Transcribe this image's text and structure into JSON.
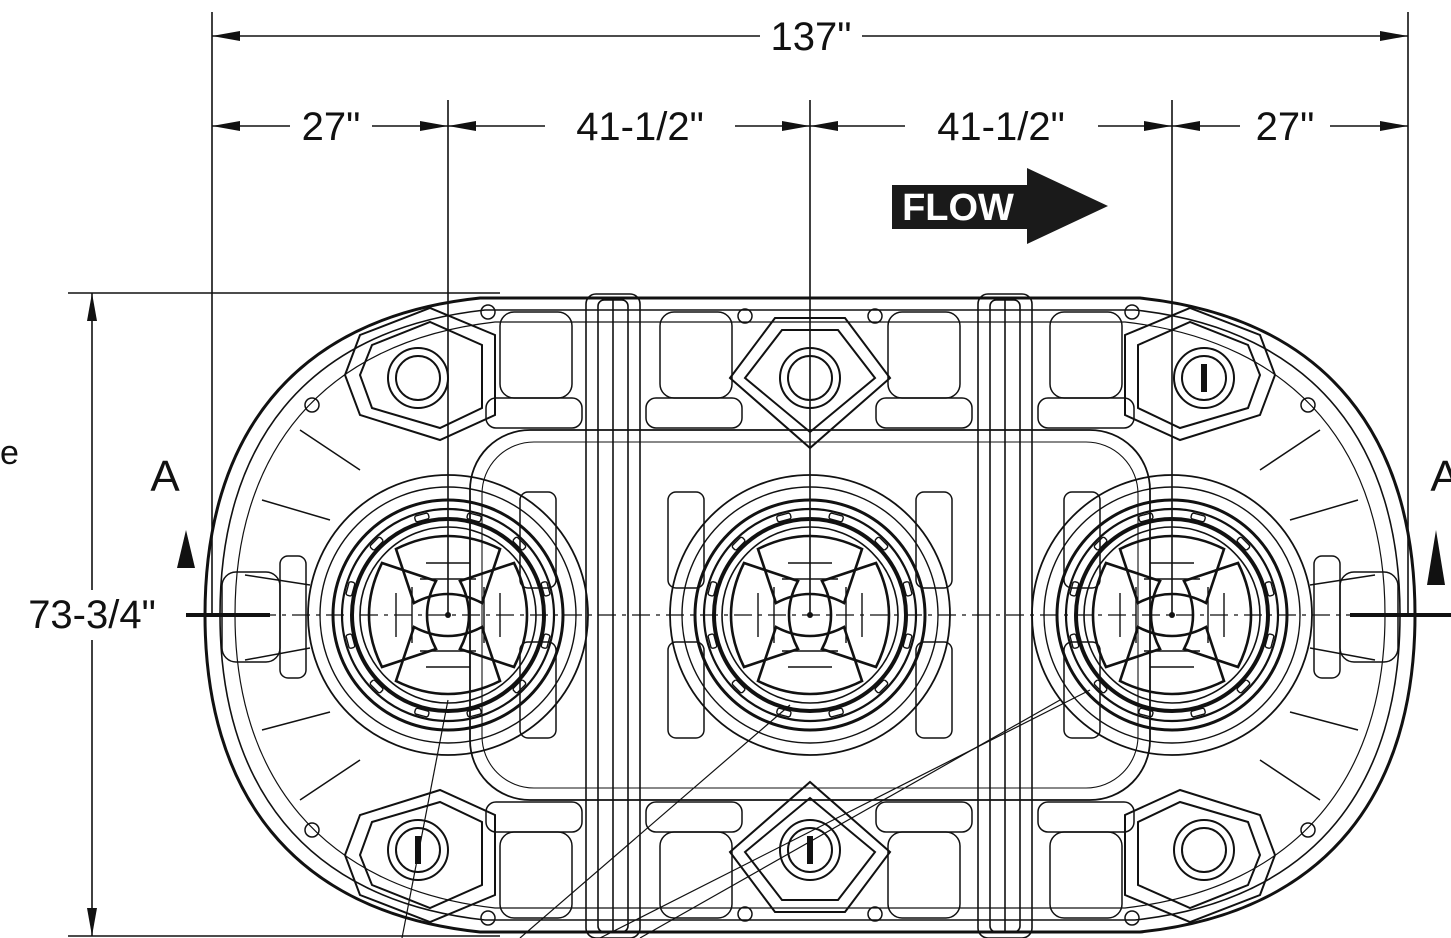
{
  "dimensions": {
    "overall_length": "137\"",
    "seg_left": "27\"",
    "seg_mid_left": "41-1/2\"",
    "seg_mid_right": "41-1/2\"",
    "seg_right": "27\"",
    "overall_width": "73-3/4\""
  },
  "section_marks": {
    "left": "A",
    "right": "A"
  },
  "flow_label": "FLOW",
  "edge_fragment": "e",
  "colors": {
    "line": "#111111",
    "flow_arrow": "#1a1a1a",
    "background": "#ffffff"
  },
  "access_openings": [
    {
      "id": "left"
    },
    {
      "id": "center"
    },
    {
      "id": "right"
    }
  ]
}
